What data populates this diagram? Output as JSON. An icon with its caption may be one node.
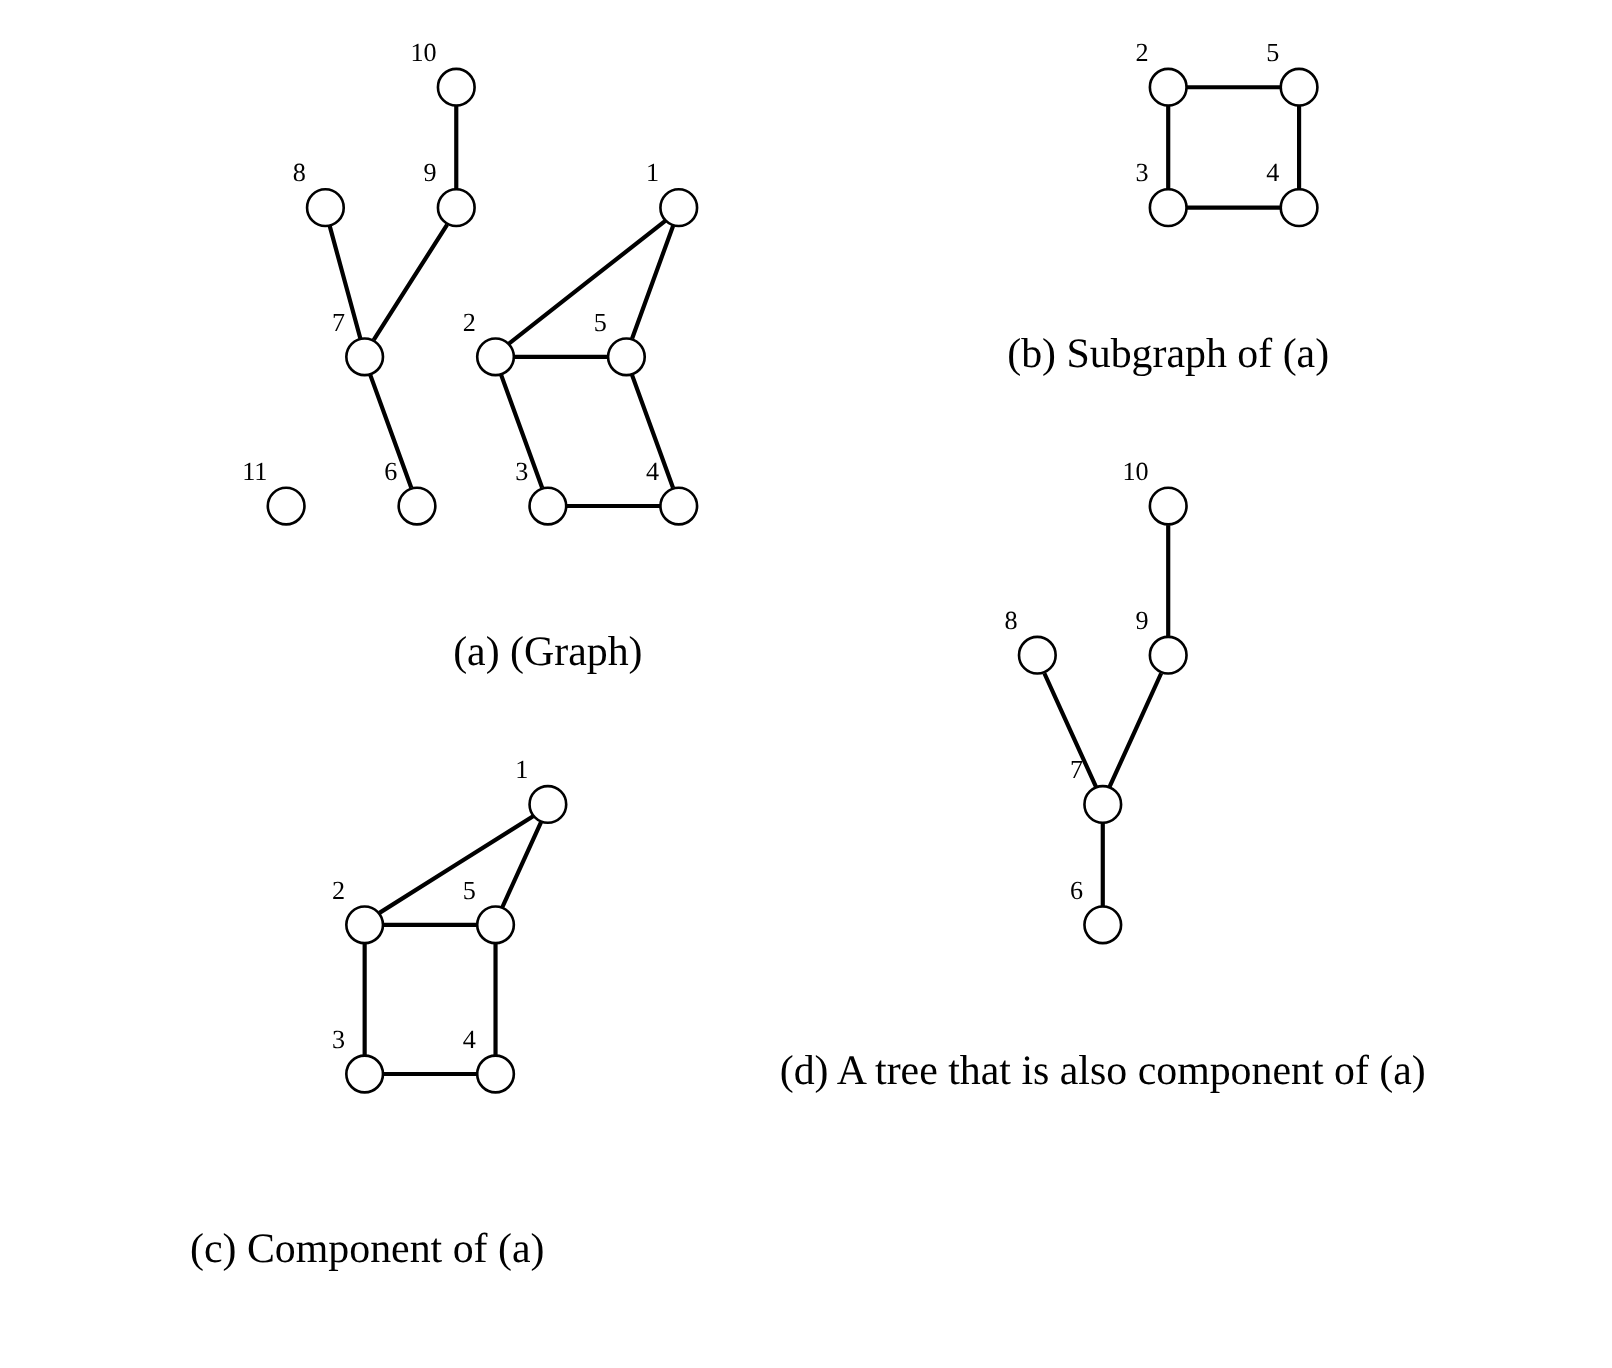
{
  "diagram": {
    "nodes": [
      {
        "text": [],
        "shape": "circle",
        "beside": [
          "1"
        ]
      },
      {
        "text": [],
        "shape": "circle",
        "beside": [
          "2"
        ]
      },
      {
        "text": [],
        "shape": "circle",
        "beside": [
          "5"
        ]
      },
      {
        "text": [],
        "shape": "circle",
        "beside": [
          "3"
        ]
      },
      {
        "text": [],
        "shape": "circle",
        "beside": [
          "4"
        ]
      },
      {
        "text": [],
        "shape": "circle",
        "beside": [
          "10"
        ]
      },
      {
        "text": [],
        "shape": "circle",
        "beside": [
          "9"
        ]
      },
      {
        "text": [],
        "shape": "circle",
        "beside": [
          "8"
        ]
      },
      {
        "text": [],
        "shape": "circle",
        "beside": [
          "7"
        ]
      },
      {
        "text": [],
        "shape": "circle",
        "beside": [
          "6"
        ]
      },
      {
        "text": [],
        "shape": "circle",
        "beside": [
          "11"
        ]
      },
      {
        "text": [],
        "shape": "circle",
        "beside": [
          "2"
        ]
      },
      {
        "text": [],
        "shape": "circle",
        "beside": [
          "5"
        ]
      },
      {
        "text": [],
        "shape": "circle",
        "beside": [
          "3"
        ]
      },
      {
        "text": [],
        "shape": "circle",
        "beside": [
          "4"
        ]
      },
      {
        "text": [],
        "shape": "circle",
        "beside": [
          "1"
        ]
      },
      {
        "text": [],
        "shape": "circle",
        "beside": [
          "2"
        ]
      },
      {
        "text": [],
        "shape": "circle",
        "beside": [
          "5"
        ]
      },
      {
        "text": [],
        "shape": "circle",
        "beside": [
          "3"
        ]
      },
      {
        "text": [],
        "shape": "circle",
        "beside": [
          "4"
        ]
      },
      {
        "text": [],
        "shape": "circle",
        "beside": [
          "10"
        ]
      },
      {
        "text": [],
        "shape": "circle",
        "beside": [
          "9"
        ]
      },
      {
        "text": [],
        "shape": "circle",
        "beside": [
          "8"
        ]
      },
      {
        "text": [],
        "shape": "circle",
        "beside": [
          "7"
        ]
      },
      {
        "text": [],
        "shape": "circle",
        "beside": [
          "6"
        ]
      }
    ],
    "edges": [
      {
        "from": 0,
        "to": 1,
        "arrow": "none"
      },
      {
        "from": 0,
        "to": 2,
        "arrow": "none"
      },
      {
        "from": 1,
        "to": 2,
        "arrow": "none"
      },
      {
        "from": 1,
        "to": 3,
        "arrow": "none"
      },
      {
        "from": 2,
        "to": 4,
        "arrow": "none"
      },
      {
        "from": 3,
        "to": 4,
        "arrow": "none"
      },
      {
        "from": 5,
        "to": 6,
        "arrow": "none"
      },
      {
        "from": 6,
        "to": 8,
        "arrow": "none"
      },
      {
        "from": 7,
        "to": 8,
        "arrow": "none"
      },
      {
        "from": 8,
        "to": 9,
        "arrow": "none"
      },
      {
        "from": 11,
        "to": 12,
        "arrow": "none"
      },
      {
        "from": 11,
        "to": 13,
        "arrow": "none"
      },
      {
        "from": 12,
        "to": 14,
        "arrow": "none"
      },
      {
        "from": 13,
        "to": 14,
        "arrow": "none"
      },
      {
        "from": 15,
        "to": 16,
        "arrow": "none"
      },
      {
        "from": 15,
        "to": 17,
        "arrow": "none"
      },
      {
        "from": 16,
        "to": 17,
        "arrow": "none"
      },
      {
        "from": 16,
        "to": 18,
        "arrow": "none"
      },
      {
        "from": 17,
        "to": 19,
        "arrow": "none"
      },
      {
        "from": 18,
        "to": 19,
        "arrow": "none"
      },
      {
        "from": 20,
        "to": 21,
        "arrow": "none"
      },
      {
        "from": 21,
        "to": 23,
        "arrow": "none"
      },
      {
        "from": 22,
        "to": 23,
        "arrow": "none"
      },
      {
        "from": 23,
        "to": 24,
        "arrow": "none"
      }
    ],
    "labels": [
      "(a) (Graph)",
      "(b) Subgraph of (a)",
      "(c) Component of (a)",
      "(d) A tree that is also component of (a)"
    ]
  }
}
